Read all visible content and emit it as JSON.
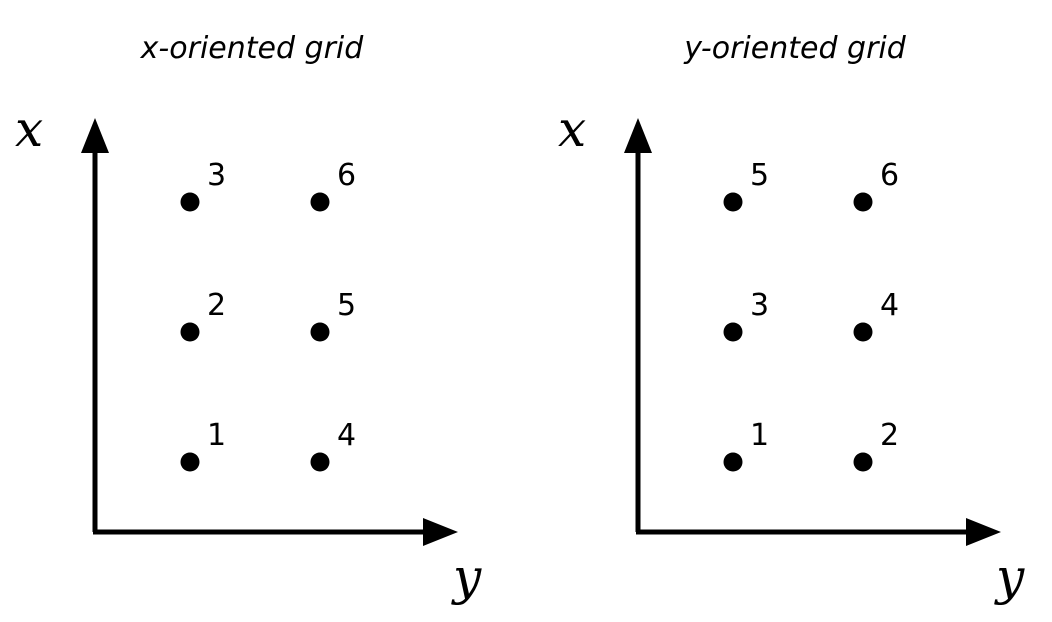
{
  "colors": {
    "ink": "#000000",
    "background": "#ffffff"
  },
  "panels": [
    {
      "title": "x-oriented grid",
      "x_axis_label": "x",
      "y_axis_label": "y",
      "points": [
        {
          "row": 0,
          "col": 0,
          "label": "1"
        },
        {
          "row": 1,
          "col": 0,
          "label": "2"
        },
        {
          "row": 2,
          "col": 0,
          "label": "3"
        },
        {
          "row": 0,
          "col": 1,
          "label": "4"
        },
        {
          "row": 1,
          "col": 1,
          "label": "5"
        },
        {
          "row": 2,
          "col": 1,
          "label": "6"
        }
      ]
    },
    {
      "title": "y-oriented grid",
      "x_axis_label": "x",
      "y_axis_label": "y",
      "points": [
        {
          "row": 0,
          "col": 0,
          "label": "1"
        },
        {
          "row": 0,
          "col": 1,
          "label": "2"
        },
        {
          "row": 1,
          "col": 0,
          "label": "3"
        },
        {
          "row": 1,
          "col": 1,
          "label": "4"
        },
        {
          "row": 2,
          "col": 0,
          "label": "5"
        },
        {
          "row": 2,
          "col": 1,
          "label": "6"
        }
      ]
    }
  ]
}
